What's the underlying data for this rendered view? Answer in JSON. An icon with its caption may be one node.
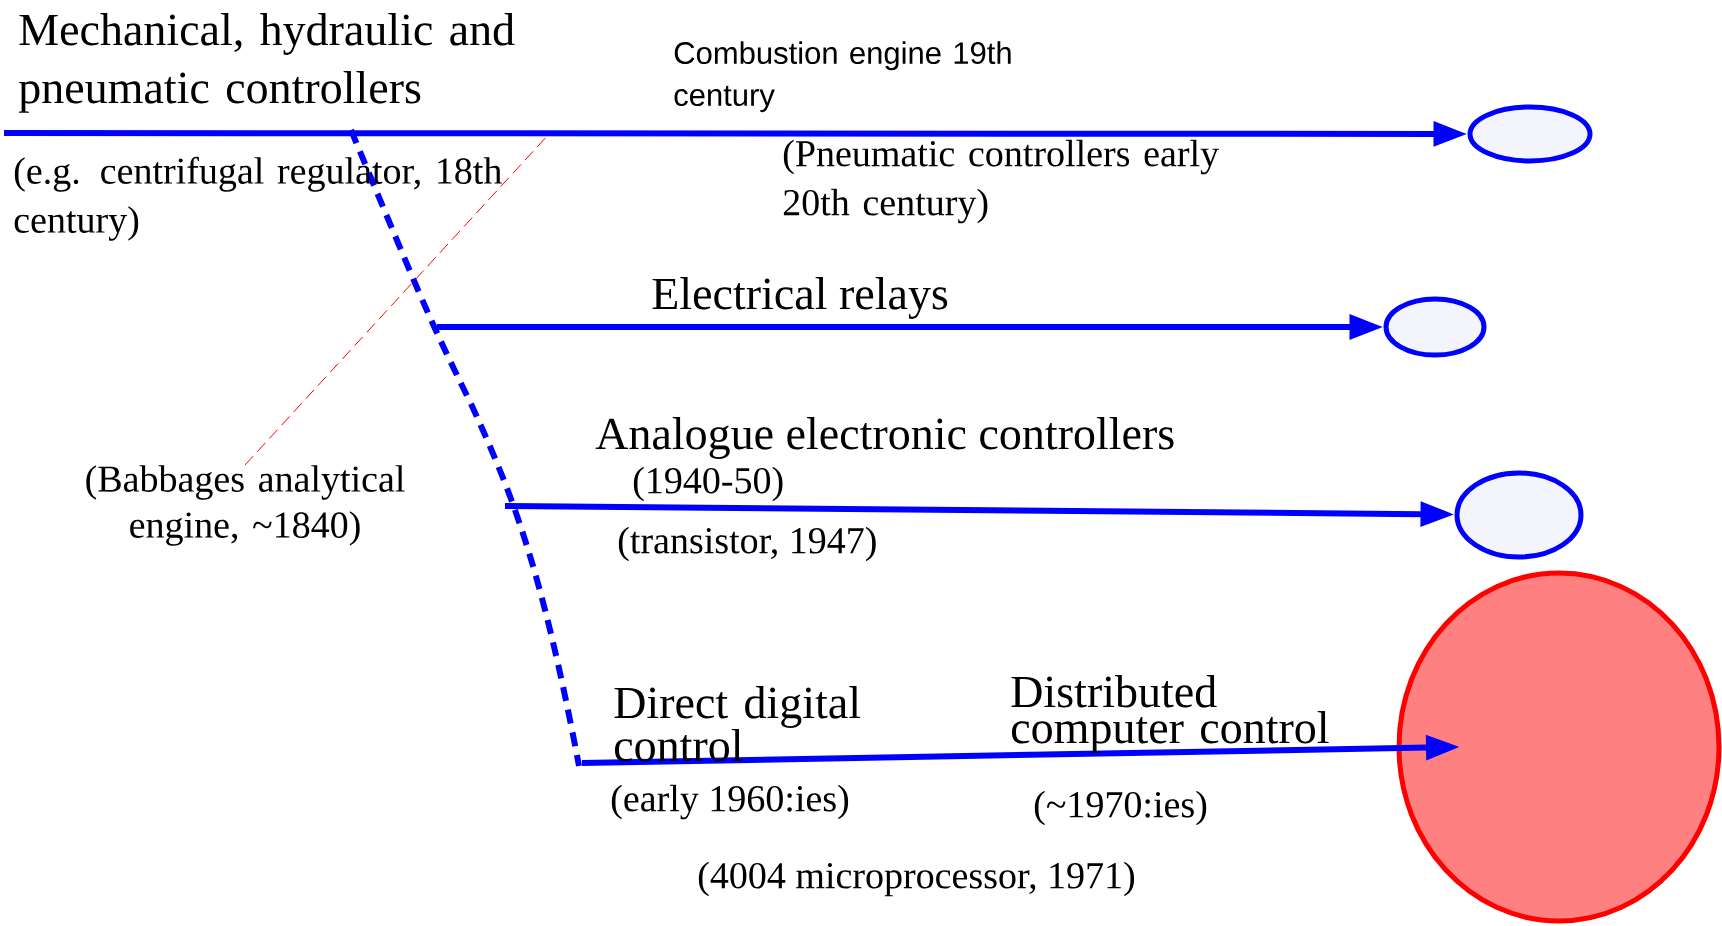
{
  "diagram": {
    "nodes": [
      {
        "text": [],
        "shape": "circle"
      },
      {
        "text": [],
        "shape": "circle"
      },
      {
        "text": [],
        "shape": "circle"
      },
      {
        "text": [],
        "shape": "circle"
      },
      {
        "text": [
          "(Babbages analytical engine, ~1840)"
        ]
      }
    ],
    "edges": [
      {
        "from": null,
        "to": 0,
        "arrow": "to"
      },
      {
        "from": null,
        "to": 1,
        "arrow": "to"
      },
      {
        "from": null,
        "to": 2,
        "arrow": "to"
      },
      {
        "from": null,
        "to": 3,
        "arrow": "to"
      },
      {
        "from": 4,
        "to": null,
        "arrow": "none",
        "style": "dashed",
        "color": "#ff0000"
      }
    ],
    "labels": [
      "Mechanical, hydraulic and pneumatic controllers",
      "Combustion engine 19th century",
      "(e.g. centrifugal regulator, 18th century)",
      "(Pneumatic controllers early 20th century)",
      "Electrical relays",
      "Analogue electronic controllers",
      "(1940-50)",
      "(transistor, 1947)",
      "Direct digital control",
      "Distributed computer control",
      "(early 1960:ies)",
      "(~1970:ies)",
      "(4004 microprocessor, 1971)"
    ]
  }
}
